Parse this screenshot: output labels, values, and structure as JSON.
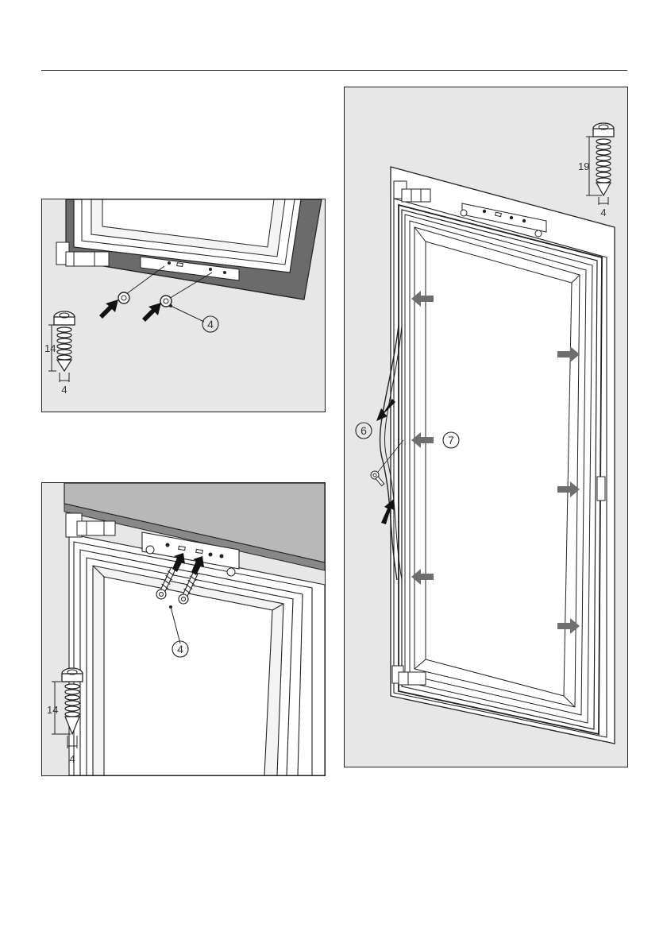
{
  "panel_a": {
    "callout": "4",
    "screw": {
      "length": "14",
      "diameter": "4"
    }
  },
  "panel_b": {
    "callout": "4",
    "screw": {
      "length": "14",
      "diameter": "4"
    }
  },
  "panel_c": {
    "callout_seal": "6",
    "callout_door": "7",
    "screw": {
      "length": "19",
      "diameter": "4"
    }
  },
  "colors": {
    "panel_bg": "#e7e7e7",
    "arrow": "#6e6e6e",
    "arrow_dark": "#222222",
    "line": "#222222"
  },
  "icons": [
    "screw-icon",
    "push-arrow-icon",
    "mounting-bracket"
  ]
}
